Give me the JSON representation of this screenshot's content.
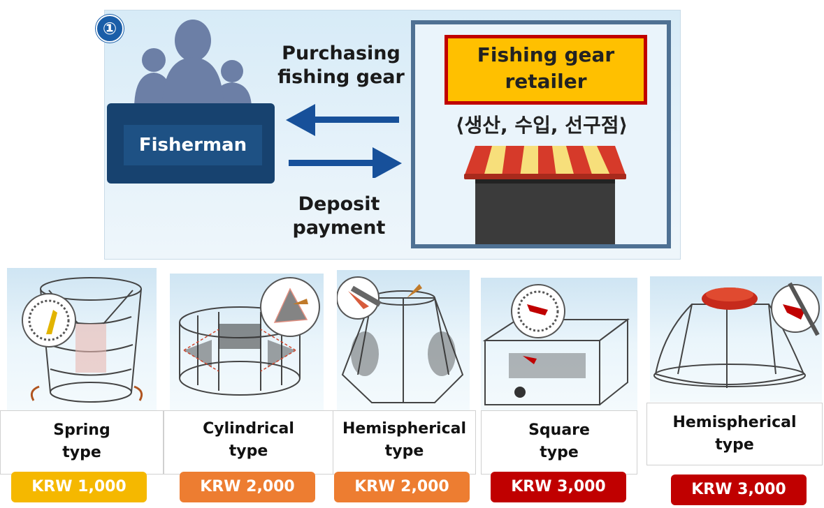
{
  "diagram": {
    "step_badge": "①",
    "fisherman_label": "Fisherman",
    "purchasing_label_line1": "Purchasing",
    "purchasing_label_line2": "fishing gear",
    "deposit_label_line1": "Deposit",
    "deposit_label_line2": "payment",
    "retailer_label_line1": "Fishing gear",
    "retailer_label_line2": "retailer",
    "retailer_sub": "⟨생산, 수입, 선구점⟩"
  },
  "products": [
    {
      "name_line1": "Spring",
      "name_line2": "type",
      "price": "KRW 1,000",
      "color": "#f5b800"
    },
    {
      "name_line1": "Cylindrical",
      "name_line2": "type",
      "price": "KRW 2,000",
      "color": "#ed7d31"
    },
    {
      "name_line1": "Hemispherical",
      "name_line2": "type",
      "price": "KRW 2,000",
      "color": "#ed7d31"
    },
    {
      "name_line1": "Square",
      "name_line2": "type",
      "price": "KRW 3,000",
      "color": "#c00000"
    },
    {
      "name_line1": "Hemispherical",
      "name_line2": "type",
      "price": "KRW 3,000",
      "color": "#c00000"
    }
  ],
  "colors": {
    "fisherman_box": "#17426f",
    "arrow": "#17509a",
    "retailer_sign": "#ffc000",
    "retailer_border": "#c00000"
  }
}
